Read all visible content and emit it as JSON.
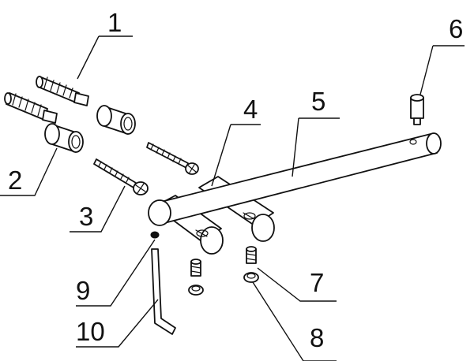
{
  "diagram": {
    "type": "exploded-assembly",
    "callouts": [
      "1",
      "2",
      "3",
      "4",
      "5",
      "6",
      "7",
      "8",
      "9",
      "10"
    ]
  },
  "colors": {
    "line": "#111111",
    "background": "#ffffff"
  }
}
